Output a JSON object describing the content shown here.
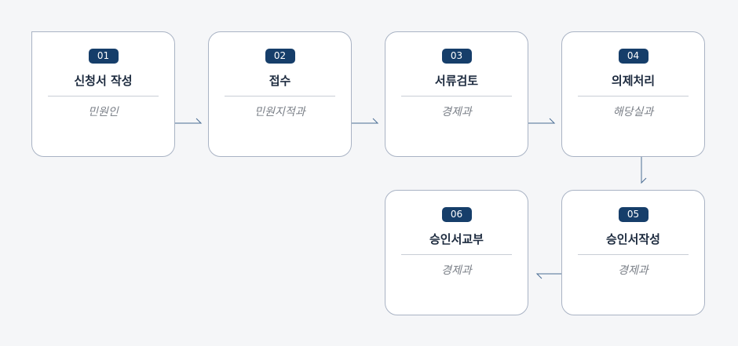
{
  "steps": [
    {
      "number": "01",
      "title": "신청서 작성",
      "dept": "민원인"
    },
    {
      "number": "02",
      "title": "접수",
      "dept": "민원지적과"
    },
    {
      "number": "03",
      "title": "서류검토",
      "dept": "경제과"
    },
    {
      "number": "04",
      "title": "의제처리",
      "dept": "해당실과"
    },
    {
      "number": "05",
      "title": "승인서작성",
      "dept": "경제과"
    },
    {
      "number": "06",
      "title": "승인서교부",
      "dept": "경제과"
    }
  ],
  "colors": {
    "badge": "#163e6a",
    "border": "#a9b3c4",
    "connector": "#4a6d94",
    "title": "#1c2a3e",
    "dept": "#7a7f87",
    "background": "#f5f6f8"
  }
}
